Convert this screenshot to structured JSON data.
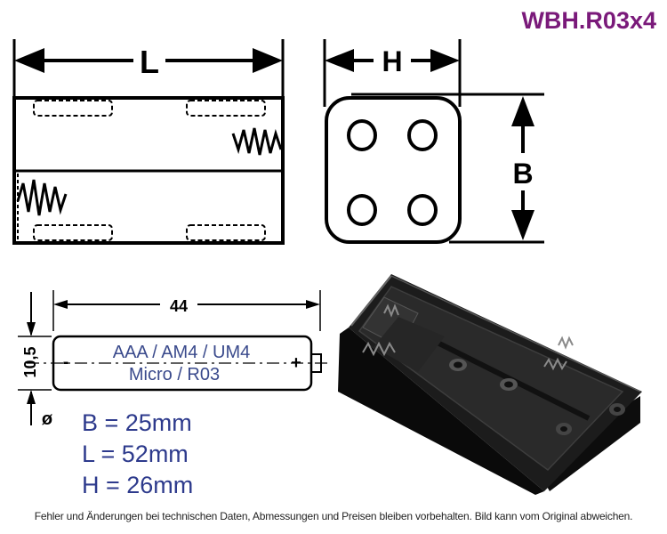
{
  "title": "WBH.R03x4",
  "drawing": {
    "length_label": "L",
    "height_label": "H",
    "width_label": "B"
  },
  "battery": {
    "length_label": "44",
    "diameter_label": "10,5",
    "diameter_symbol": "ø",
    "type_line1": "AAA / AM4 / UM4",
    "type_line2": "Micro / R03",
    "minus_sign": "-",
    "plus_sign": "+"
  },
  "specs": [
    "B = 25mm",
    "L = 52mm",
    "H = 26mm"
  ],
  "footer": "Fehler und Änderungen bei technischen Daten, Abmessungen und Preisen bleiben vorbehalten. Bild kann vom Original abweichen.",
  "colors": {
    "title": "#7a1a7a",
    "specs": "#2d3a8c",
    "battery_text": "#3a4a8c"
  }
}
